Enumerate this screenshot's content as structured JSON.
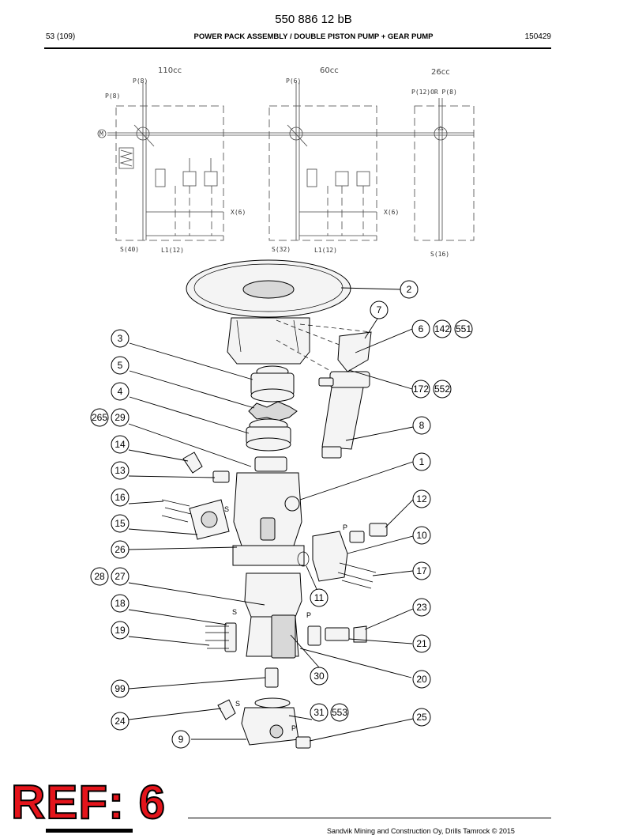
{
  "header": {
    "doc_number": "550 886 12 bB",
    "page": "53 (109)",
    "title": "POWER PACK ASSEMBLY / DOUBLE PISTON PUMP + GEAR PUMP",
    "date_code": "150429"
  },
  "schematic": {
    "pumps": [
      {
        "displacement": "110cc",
        "top_port": "P(8)",
        "side_port": "P(8)",
        "x_port": "X(6)",
        "s_port": "S(40)",
        "l_port": "L1(12)"
      },
      {
        "displacement": "60cc",
        "top_port": "P(6)",
        "x_port": "X(6)",
        "s_port": "S(32)",
        "l_port": "L1(12)"
      },
      {
        "displacement": "26cc",
        "top_port": "P(12)OR P(8)",
        "s_port": "S(16)"
      }
    ],
    "motor_label": "M"
  },
  "callouts": [
    "2",
    "7",
    "6",
    "142",
    "551",
    "3",
    "172",
    "552",
    "5",
    "4",
    "8",
    "265",
    "29",
    "14",
    "1",
    "13",
    "12",
    "16",
    "15",
    "10",
    "26",
    "17",
    "28",
    "27",
    "11",
    "18",
    "23",
    "19",
    "21",
    "30",
    "20",
    "99",
    "31",
    "553",
    "24",
    "25",
    "9"
  ],
  "port_letters": [
    "S",
    "P",
    "S",
    "P",
    "S",
    "P"
  ],
  "stamp": {
    "text": "REF: 6",
    "color": "#e4141b"
  },
  "footer": {
    "copyright": "Sandvik Mining and Construction Oy, Drills Tamrock © 2015"
  }
}
